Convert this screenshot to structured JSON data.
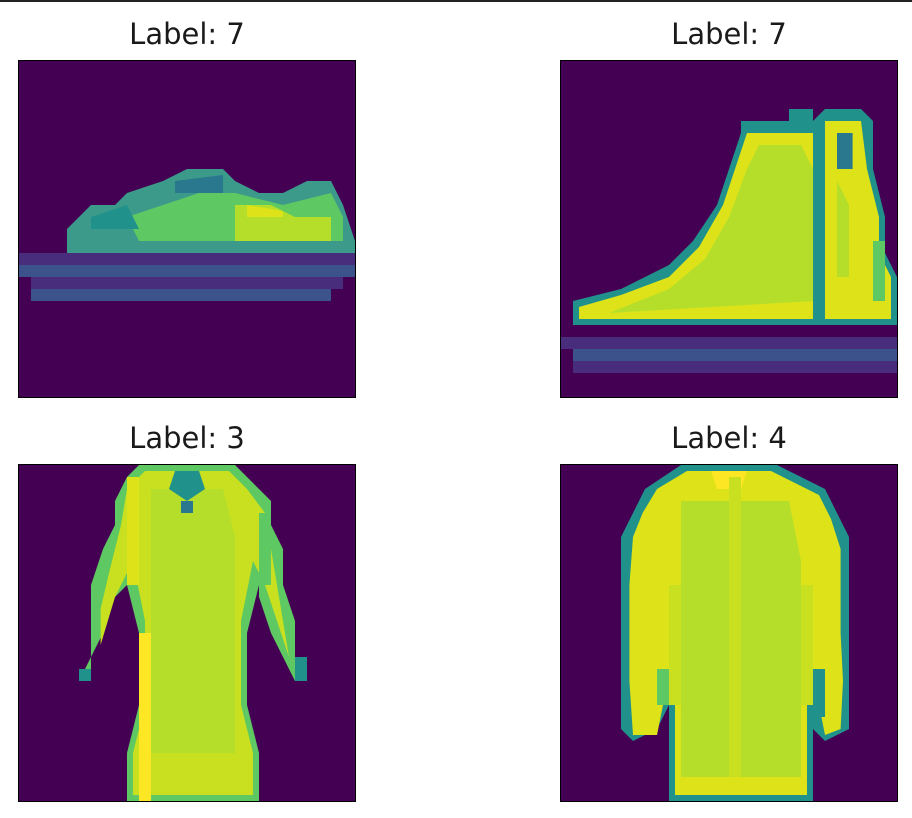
{
  "panels": [
    {
      "title": "Label: 7",
      "item": "sneaker"
    },
    {
      "title": "Label: 7",
      "item": "ankle-boot"
    },
    {
      "title": "Label: 3",
      "item": "dress"
    },
    {
      "title": "Label: 4",
      "item": "coat"
    }
  ],
  "colors": {
    "background": "#440154",
    "dim": "#472d7b",
    "blue": "#3b528b",
    "teal": "#21918c",
    "green": "#5ec962",
    "lime": "#b5de2b",
    "yellow": "#dde318",
    "bright": "#fde725"
  }
}
